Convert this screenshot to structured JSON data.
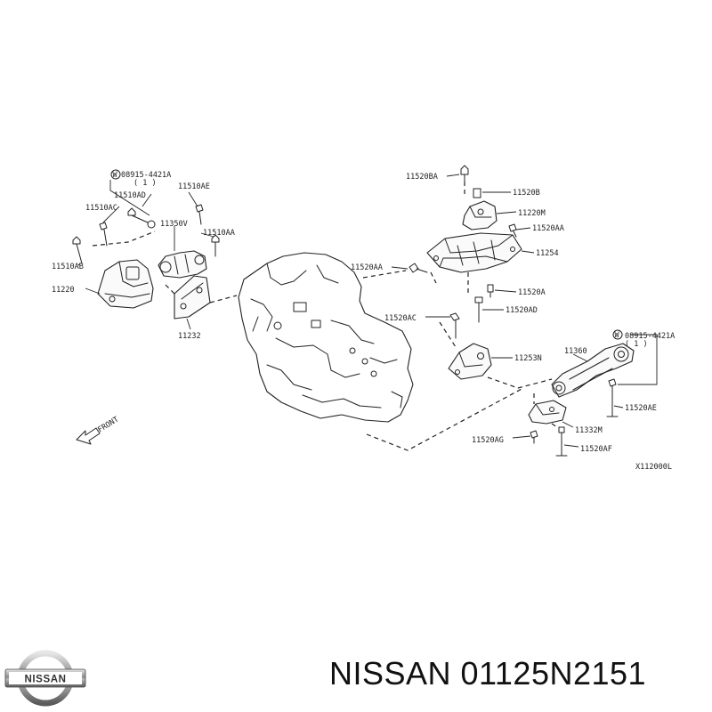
{
  "labels": {
    "w08915_4421a_left": "08915-4421A",
    "qty_left": "( 1 )",
    "p11510ad": "11510AD",
    "p11510ae": "11510AE",
    "p11510ac": "11510AC",
    "p11350v": "11350V",
    "p11510aa": "11510AA",
    "p11510ab": "11510AB",
    "p11220": "11220",
    "p11232": "11232",
    "p11520ba": "11520BA",
    "p11520b": "11520B",
    "p11220m": "11220M",
    "p11520aa_right": "11520AA",
    "p11254": "11254",
    "p11520aa_left": "11520AA",
    "p11520a": "11520A",
    "p11520ad": "11520AD",
    "p11520ac": "11520AC",
    "p11253n": "11253N",
    "p11360": "11360",
    "w08915_4421a_right": "08915-4421A",
    "qty_right": "( 1 )",
    "p11520ae": "11520AE",
    "p11332m": "11332M",
    "p11520ag": "11520AG",
    "p11520af": "11520AF",
    "front": "FRONT",
    "drawing_code": "X112000L",
    "washer_symbol": "W"
  },
  "brand": {
    "logo_text": "NISSAN",
    "caption": "NISSAN 01125N2151"
  }
}
